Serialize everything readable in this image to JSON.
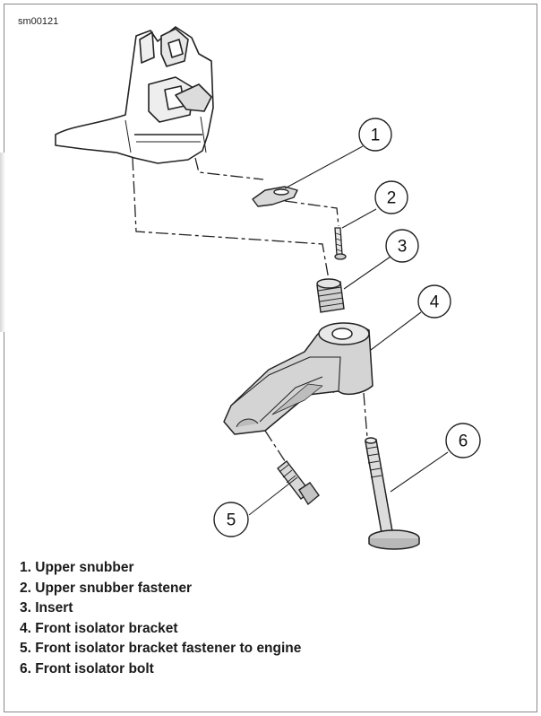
{
  "figure_id": "sm00121",
  "callouts": [
    {
      "number": "1"
    },
    {
      "number": "2"
    },
    {
      "number": "3"
    },
    {
      "number": "4"
    },
    {
      "number": "5"
    },
    {
      "number": "6"
    }
  ],
  "legend": [
    {
      "number": "1.",
      "label": "Upper snubber"
    },
    {
      "number": "2.",
      "label": "Upper snubber fastener"
    },
    {
      "number": "3.",
      "label": "Insert"
    },
    {
      "number": "4.",
      "label": "Front isolator bracket"
    },
    {
      "number": "5.",
      "label": "Front isolator bracket fastener to engine"
    },
    {
      "number": "6.",
      "label": "Front isolator bolt"
    }
  ]
}
